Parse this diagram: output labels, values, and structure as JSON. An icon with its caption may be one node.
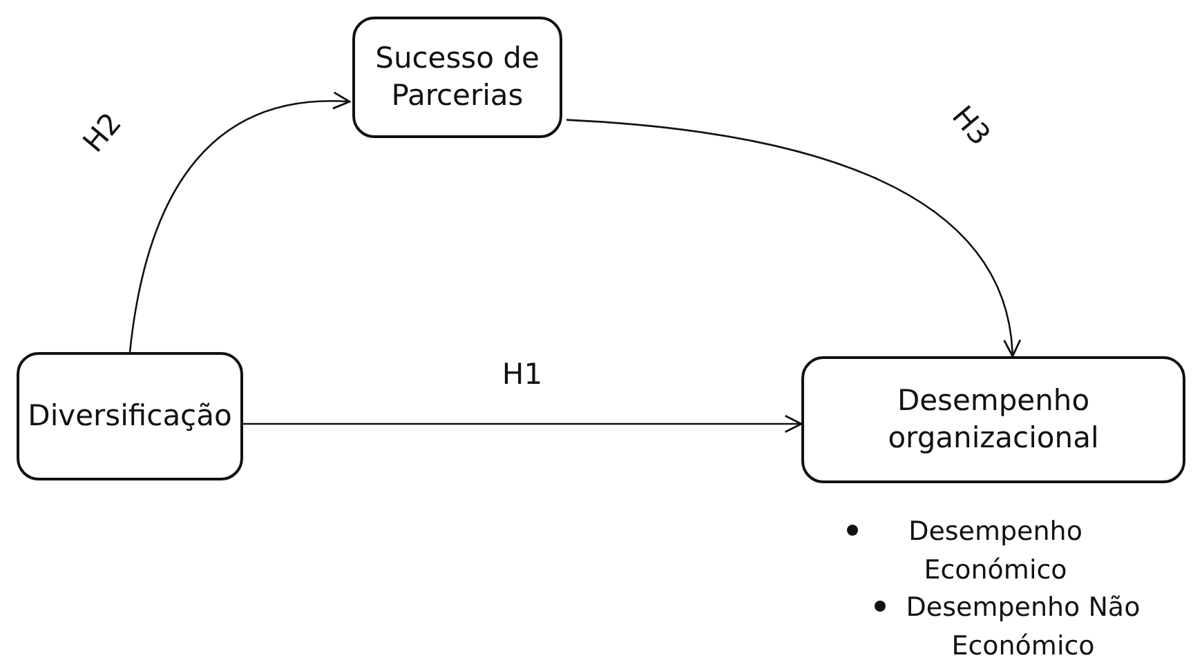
{
  "diagram": {
    "nodes": [
      {
        "text": [
          "Sucesso de Parcerias"
        ]
      },
      {
        "text": [
          "Diversificação"
        ]
      },
      {
        "text": [
          "Desempenho organizacional"
        ],
        "beside": [
          "Desempenho Económico",
          "Desempenho Não Económico"
        ]
      }
    ],
    "edges": [
      {
        "from": 1,
        "to": 0,
        "arrow": "to",
        "label": "H2"
      },
      {
        "from": 0,
        "to": 2,
        "arrow": "to",
        "label": "H3"
      },
      {
        "from": 1,
        "to": 2,
        "arrow": "to",
        "label": "H1"
      }
    ]
  }
}
